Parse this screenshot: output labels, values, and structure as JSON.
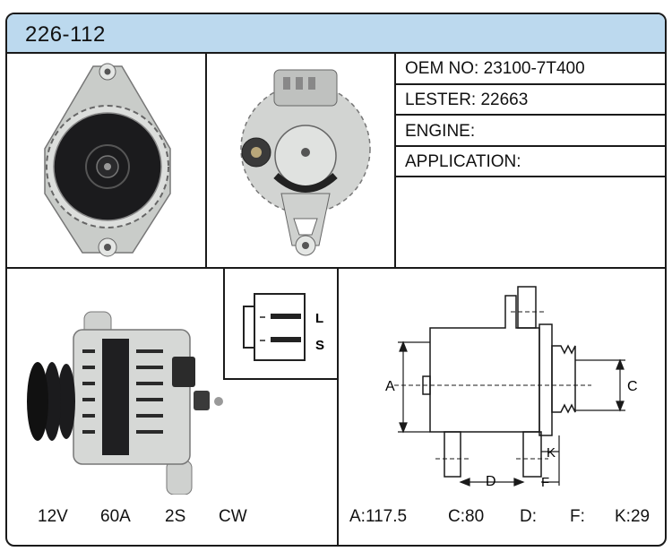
{
  "header": {
    "part_number": "226-112"
  },
  "specs": [
    {
      "label": "OEM NO:",
      "value": "23100-7T400"
    },
    {
      "label": "LESTER:",
      "value": "22663"
    },
    {
      "label": "ENGINE:",
      "value": ""
    },
    {
      "label": "APPLICATION:",
      "value": ""
    }
  ],
  "connector": {
    "pin_top": "L",
    "pin_bottom": "S"
  },
  "ratings": {
    "voltage": "12V",
    "amperage": "60A",
    "groove": "2S",
    "rotation": "CW"
  },
  "dimension_labels": {
    "a": "A",
    "c": "C",
    "d": "D",
    "f": "F",
    "k": "K"
  },
  "dimensions": {
    "a": "A:117.5",
    "c": "C:80",
    "d": "D:",
    "f": "F:",
    "k": "K:29"
  }
}
